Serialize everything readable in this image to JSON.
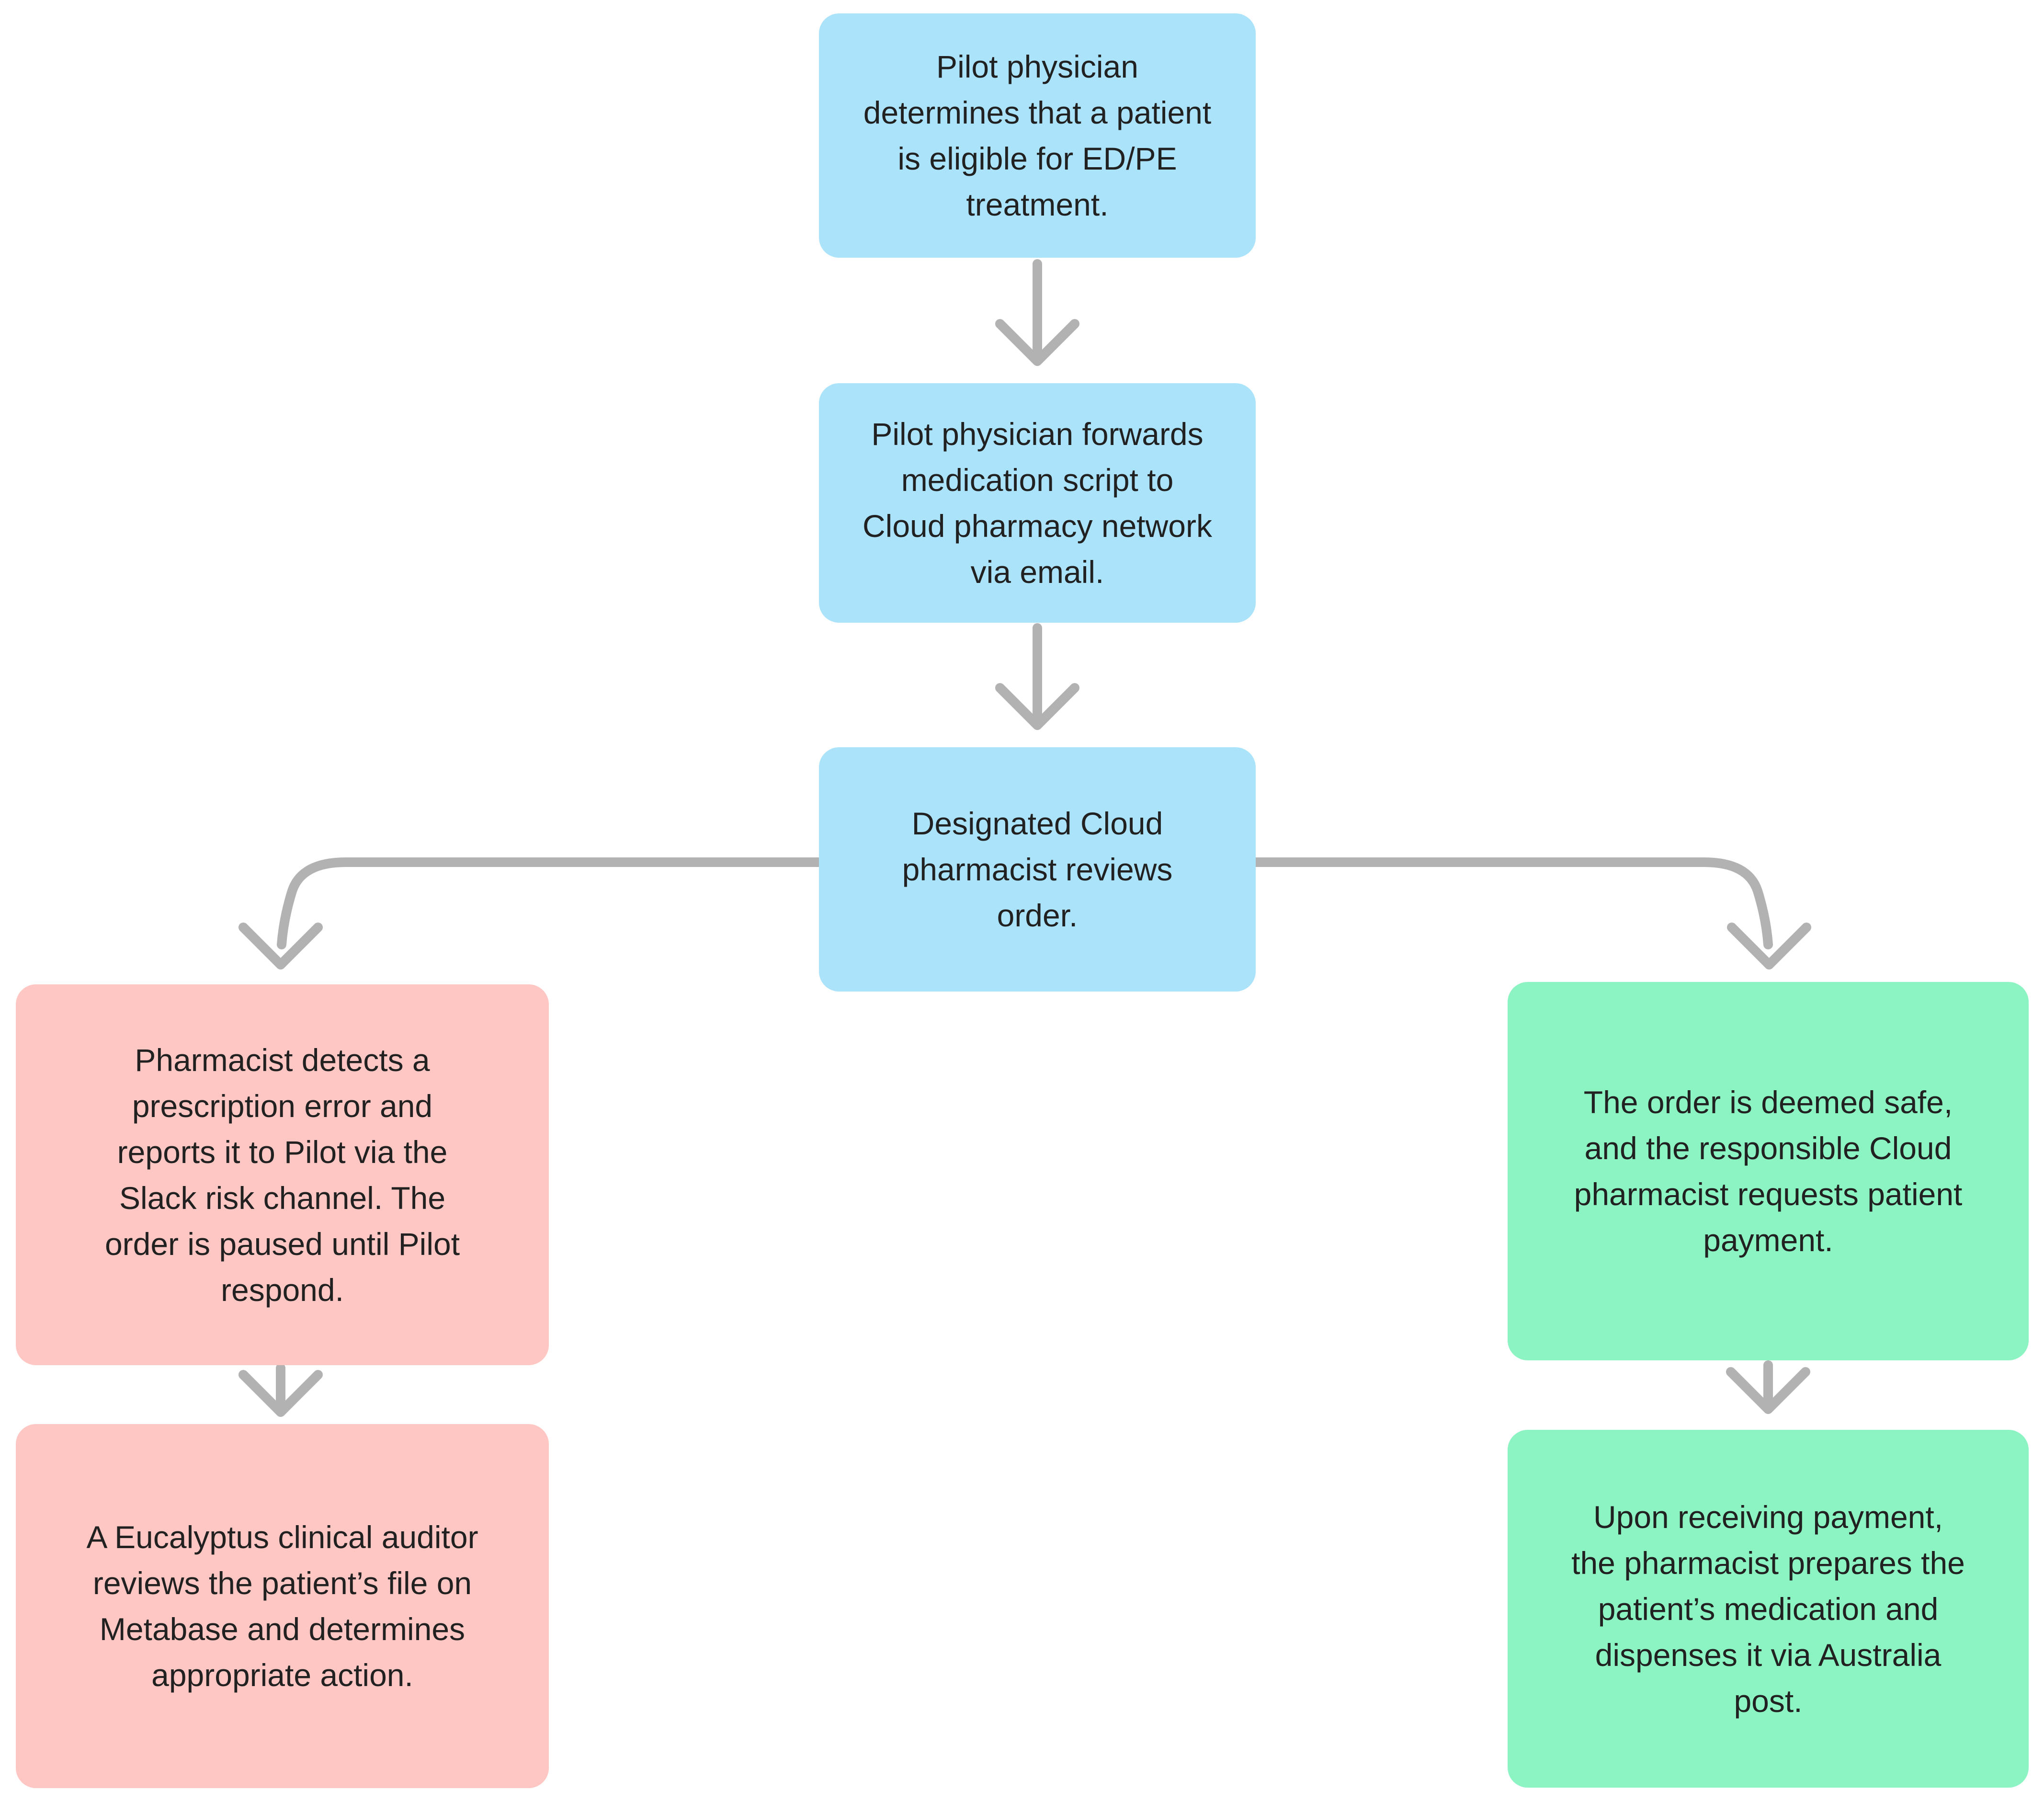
{
  "colors": {
    "background": "#ffffff",
    "node_blue": "#abe3fb",
    "node_pink": "#ffc7c3",
    "node_green": "#8cf3c2",
    "arrow": "#b2b2b2",
    "text": "#212121"
  },
  "nodes": [
    {
      "id": "eligibility",
      "color": "node_blue",
      "text": "Pilot physician\ndetermines that a patient\nis eligible for ED/PE\ntreatment."
    },
    {
      "id": "forward-script",
      "color": "node_blue",
      "text": "Pilot physician forwards\nmedication script to\nCloud pharmacy network\nvia email."
    },
    {
      "id": "review-order",
      "color": "node_blue",
      "text": "Designated Cloud\npharmacist reviews\norder."
    },
    {
      "id": "prescription-error",
      "color": "node_pink",
      "text": "Pharmacist detects a\nprescription error and\nreports it to Pilot via the\nSlack risk channel. The\norder is paused until Pilot\nrespond."
    },
    {
      "id": "clinical-audit",
      "color": "node_pink",
      "text": "A Eucalyptus clinical auditor\nreviews the patient’s file on\nMetabase and determines\nappropriate action."
    },
    {
      "id": "order-safe",
      "color": "node_green",
      "text": "The order is deemed safe,\nand the responsible Cloud\npharmacist requests patient\npayment."
    },
    {
      "id": "dispense",
      "color": "node_green",
      "text": "Upon receiving payment,\nthe pharmacist prepares the\npatient’s medication and\ndispenses it via Australia\npost."
    }
  ],
  "edges": [
    {
      "from": "eligibility",
      "to": "forward-script"
    },
    {
      "from": "forward-script",
      "to": "review-order"
    },
    {
      "from": "review-order",
      "to": "prescription-error"
    },
    {
      "from": "review-order",
      "to": "order-safe"
    },
    {
      "from": "prescription-error",
      "to": "clinical-audit"
    },
    {
      "from": "order-safe",
      "to": "dispense"
    }
  ]
}
